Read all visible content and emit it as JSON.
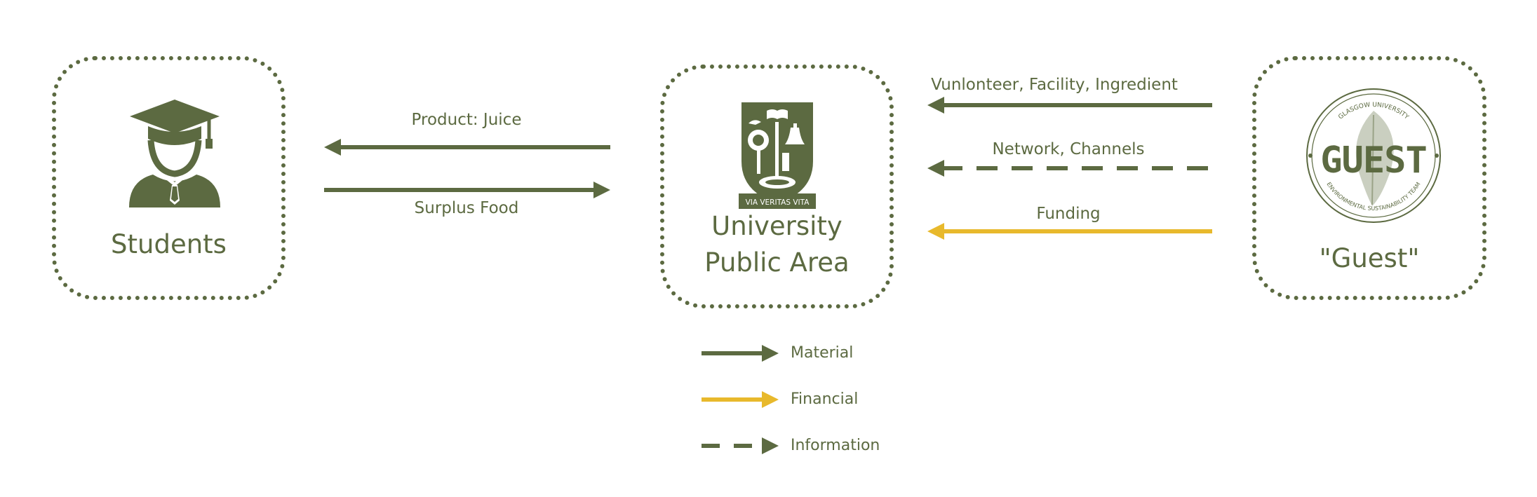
{
  "colors": {
    "primary": "#5c6a41",
    "financial": "#e8b92c",
    "background": "#ffffff"
  },
  "nodes": {
    "students": {
      "label": "Students",
      "icon": "graduate-student-icon"
    },
    "university": {
      "label_line1": "University",
      "label_line2": "Public Area",
      "icon": "university-crest-icon",
      "motto": "VIA VERITAS VITA"
    },
    "guest": {
      "label": "\"Guest\"",
      "icon": "guest-logo-icon",
      "logo_text": "GUEST",
      "logo_ring_top": "GLASGOW UNIVERSITY",
      "logo_ring_bottom": "ENVIRONMENTAL SUSTAINABILITY TEAM"
    }
  },
  "flows": [
    {
      "id": "juice",
      "label": "Product: Juice",
      "from": "University Public Area",
      "to": "Students",
      "type": "Material"
    },
    {
      "id": "surplus",
      "label": "Surplus Food",
      "from": "Students",
      "to": "University Public Area",
      "type": "Material"
    },
    {
      "id": "volunteer",
      "label": "Vunlonteer, Facility, Ingredient",
      "from": "\"Guest\"",
      "to": "University Public Area",
      "type": "Material"
    },
    {
      "id": "network",
      "label": "Network, Channels",
      "from": "\"Guest\"",
      "to": "University Public Area",
      "type": "Information"
    },
    {
      "id": "funding",
      "label": "Funding",
      "from": "\"Guest\"",
      "to": "University Public Area",
      "type": "Financial"
    }
  ],
  "legend": [
    {
      "label": "Material",
      "style": "solid-primary"
    },
    {
      "label": "Financial",
      "style": "solid-financial"
    },
    {
      "label": "Information",
      "style": "dashed-primary"
    }
  ]
}
